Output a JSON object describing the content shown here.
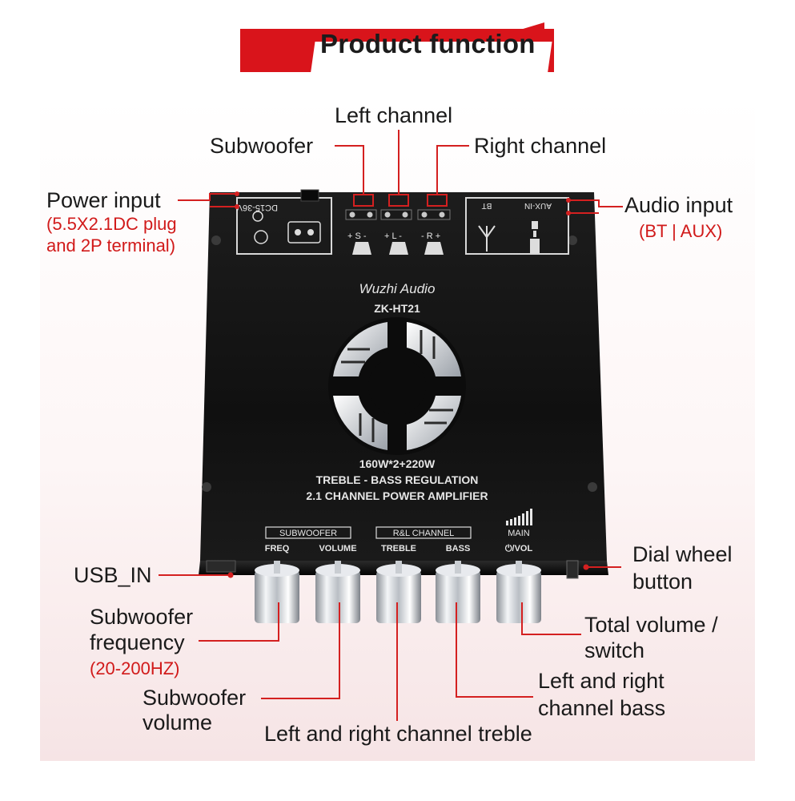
{
  "title": "Product function",
  "labels": {
    "left_channel": "Left channel",
    "subwoofer": "Subwoofer",
    "right_channel": "Right channel",
    "power_input": "Power input",
    "power_input_detail_1": "(5.5X2.1DC plug",
    "power_input_detail_2": "and 2P terminal)",
    "audio_input": "Audio input",
    "audio_input_detail": "(BT | AUX)",
    "usb_in": "USB_IN",
    "dial_wheel_1": "Dial wheel",
    "dial_wheel_2": "button",
    "sub_freq_1": "Subwoofer",
    "sub_freq_2": "frequency",
    "sub_freq_range": "(20-200HZ)",
    "total_volume_1": "Total volume /",
    "total_volume_2": "switch",
    "lr_bass_1": "Left and right",
    "lr_bass_2": "channel bass",
    "sub_volume_1": "Subwoofer",
    "sub_volume_2": "volume",
    "lr_treble": "Left and right channel treble"
  },
  "device": {
    "power_marking": "DC15-36V",
    "terminal_1": "+ S -",
    "terminal_2": "+ L -",
    "terminal_3": "- R +",
    "bt_label": "BT",
    "aux_label": "AUX-IN",
    "brand": "Wuzhi Audio",
    "model": "ZK-HT21",
    "spec_1": "160W*2+220W",
    "spec_2": "TREBLE - BASS REGULATION",
    "spec_3": "2.1 CHANNEL POWER AMPLIFIER",
    "group_subwoofer": "SUBWOOFER",
    "group_rl": "R&L CHANNEL",
    "group_main": "MAIN",
    "knob_freq": "FREQ",
    "knob_volume": "VOLUME",
    "knob_treble": "TREBLE",
    "knob_bass": "BASS",
    "knob_vol": "⏻/VOL"
  },
  "colors": {
    "accent": "#d9141b",
    "leader": "#d42020",
    "board": "#141414",
    "print": "#e8e8e8"
  }
}
